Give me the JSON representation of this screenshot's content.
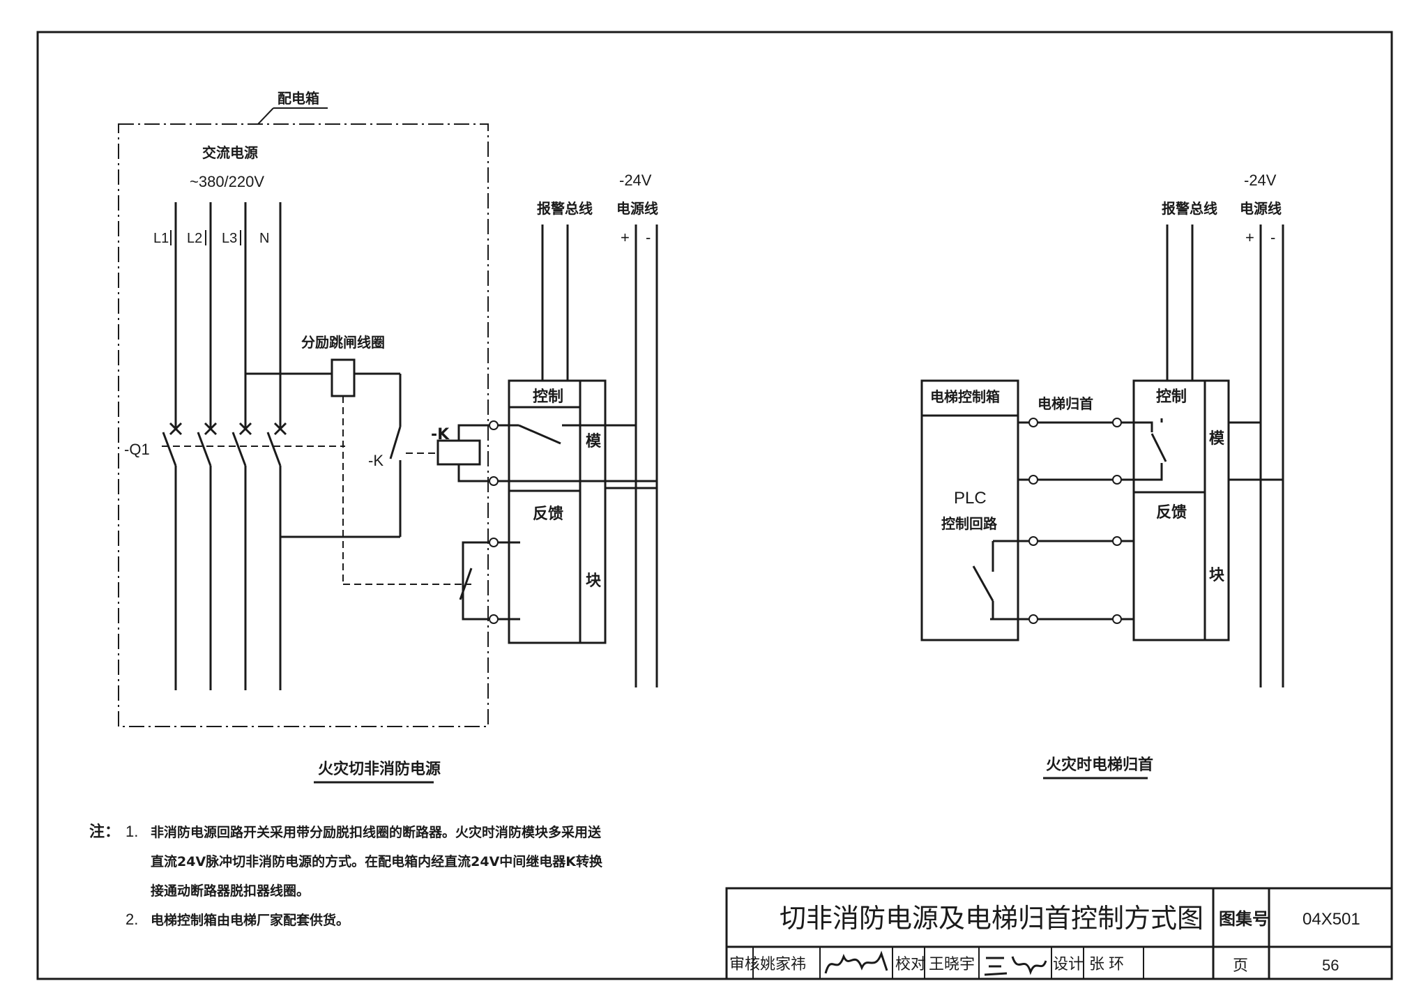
{
  "left_diagram": {
    "box_label": "配电箱",
    "ac_source_label": "交流电源",
    "ac_voltage": "~380/220V",
    "phase_labels": [
      "L1",
      "L2",
      "L3",
      "N"
    ],
    "breaker_label": "-Q1",
    "shunt_trip_label": "分励跳闸线圈",
    "relay_contact_label": "-K",
    "relay_coil_label": "-K",
    "alarm_bus_label": "报警总线",
    "dc_voltage": "-24V",
    "power_line_label": "电源线",
    "plus_sign": "+",
    "minus_sign": "-",
    "module_control": "控制",
    "module_feedback": "反馈",
    "module_char1": "模",
    "module_char2": "块",
    "caption": "火灾切非消防电源"
  },
  "right_diagram": {
    "elevator_box_label": "电梯控制箱",
    "plc_label": "PLC",
    "plc_circuit_label": "控制回路",
    "elevator_return_label": "电梯归首",
    "alarm_bus_label": "报警总线",
    "dc_voltage": "-24V",
    "power_line_label": "电源线",
    "plus_sign": "+",
    "minus_sign": "-",
    "module_control": "控制",
    "module_feedback": "反馈",
    "module_char1": "模",
    "module_char2": "块",
    "caption": "火灾时电梯归首"
  },
  "notes": {
    "prefix": "注：",
    "n1_num": "1.",
    "n1_line1": "非消防电源回路开关采用带分励脱扣线圈的断路器。火灾时消防模块多采用送",
    "n1_line2": "直流24V脉冲切非消防电源的方式。在配电箱内经直流24V中间继电器K转换",
    "n1_line3": "接通动断路器脱扣器线圈。",
    "n2_num": "2.",
    "n2_text": "电梯控制箱由电梯厂家配套供货。"
  },
  "title_block": {
    "title": "切非消防电源及电梯归首控制方式图",
    "atlas_no_label": "图集号",
    "atlas_no": "04X501",
    "review_label": "审核",
    "reviewer": "姚家祎",
    "check_label": "校对",
    "checker": "王晓宇",
    "design_label": "设计",
    "designer": "张 环",
    "page_label": "页",
    "page_no": "56"
  }
}
